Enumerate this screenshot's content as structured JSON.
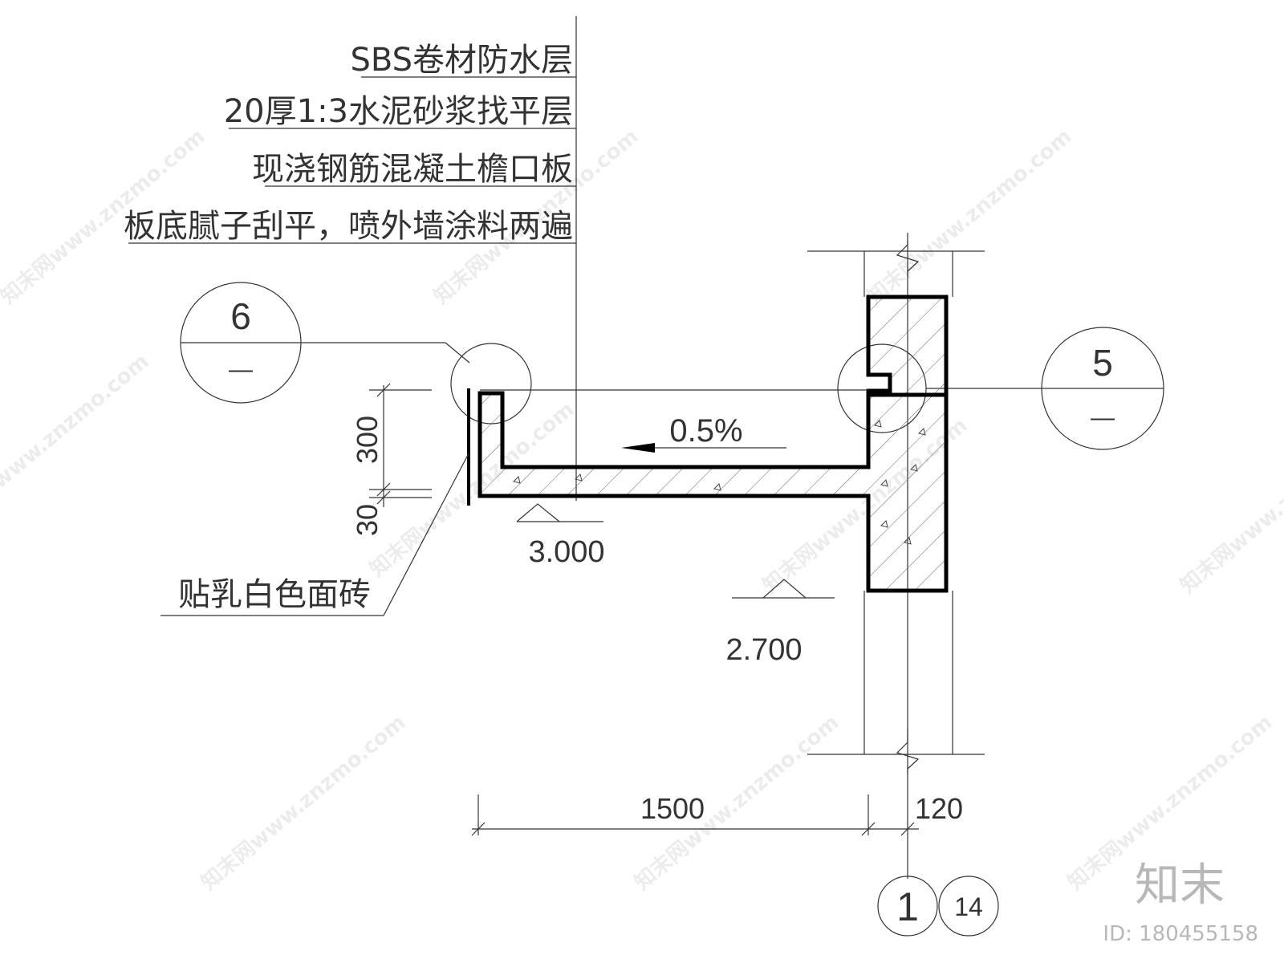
{
  "layers": [
    "SBS卷材防水层",
    "20厚1:3水泥砂浆找平层",
    "现浇钢筋混凝土檐口板",
    "板底腻子刮平，喷外墙涂料两遍"
  ],
  "callouts": {
    "left": {
      "number": "6",
      "sheet": "—"
    },
    "right": {
      "number": "5",
      "sheet": "—"
    }
  },
  "slope": "0.5%",
  "elevations": {
    "top": "3.000",
    "bottom": "2.700"
  },
  "dimensions": {
    "height_main": "300",
    "height_small": "30",
    "width_main": "1500",
    "width_wall": "120"
  },
  "tile_note": "贴乳白色面砖",
  "axis": {
    "number": "1",
    "sheet": "14"
  },
  "watermark": {
    "text": "知末网www.znzmo.com",
    "logo": "知末",
    "id": "ID: 180455158"
  }
}
